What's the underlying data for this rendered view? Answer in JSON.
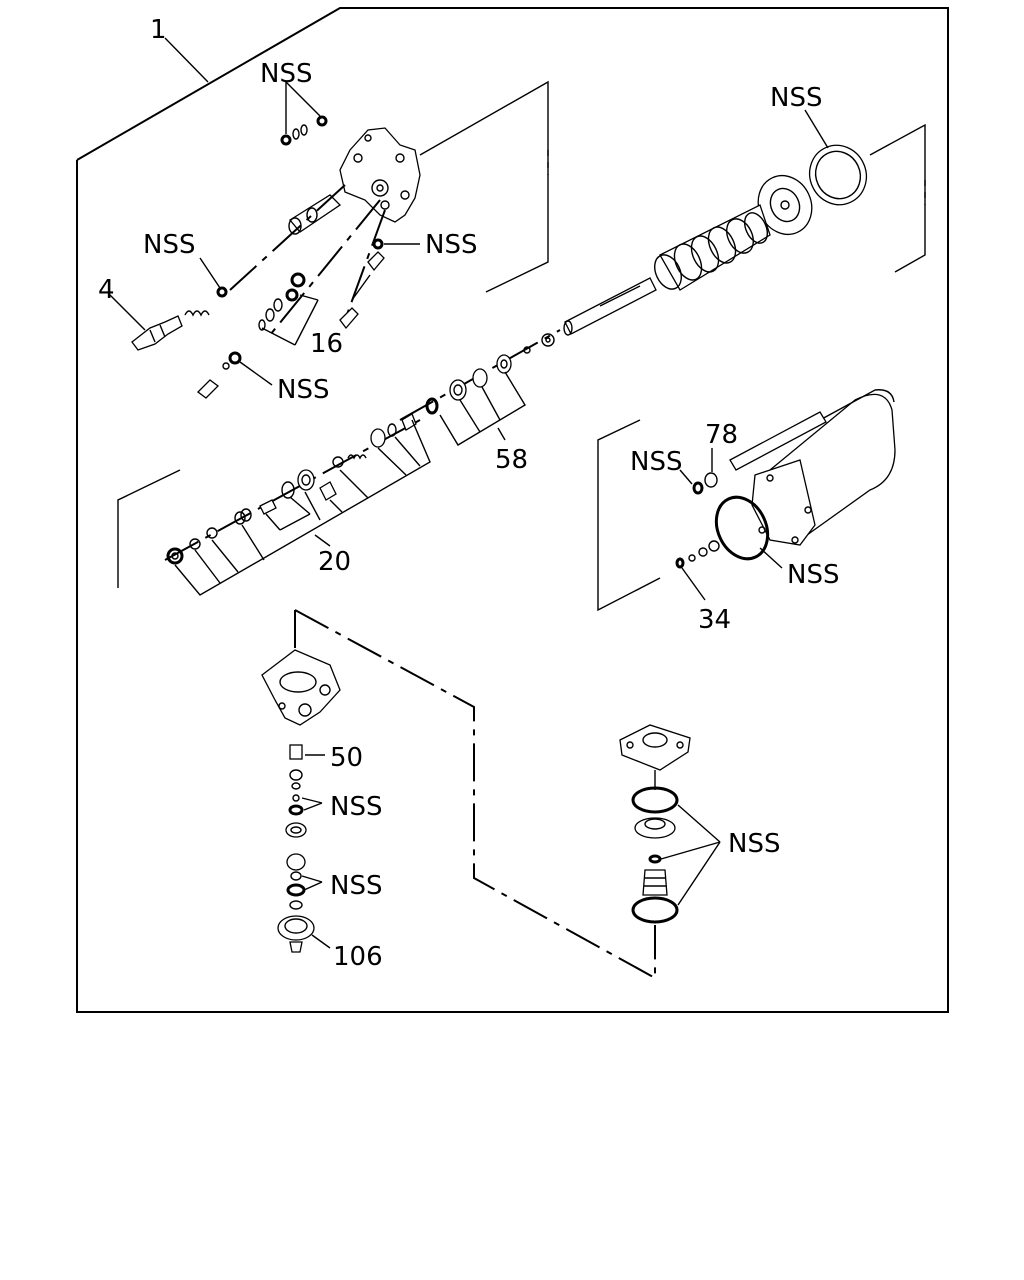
{
  "callouts": {
    "c1": "1",
    "c4": "4",
    "c16": "16",
    "c20": "20",
    "c34": "34",
    "c50": "50",
    "c58": "58",
    "c78": "78",
    "c106": "106",
    "nss": "NSS"
  },
  "icons": {
    "housing": "valve-housing-icon",
    "cylinder": "power-cylinder-icon",
    "boot": "bellows-boot-icon",
    "seal": "oil-seal-icon",
    "oring": "o-ring-icon"
  }
}
